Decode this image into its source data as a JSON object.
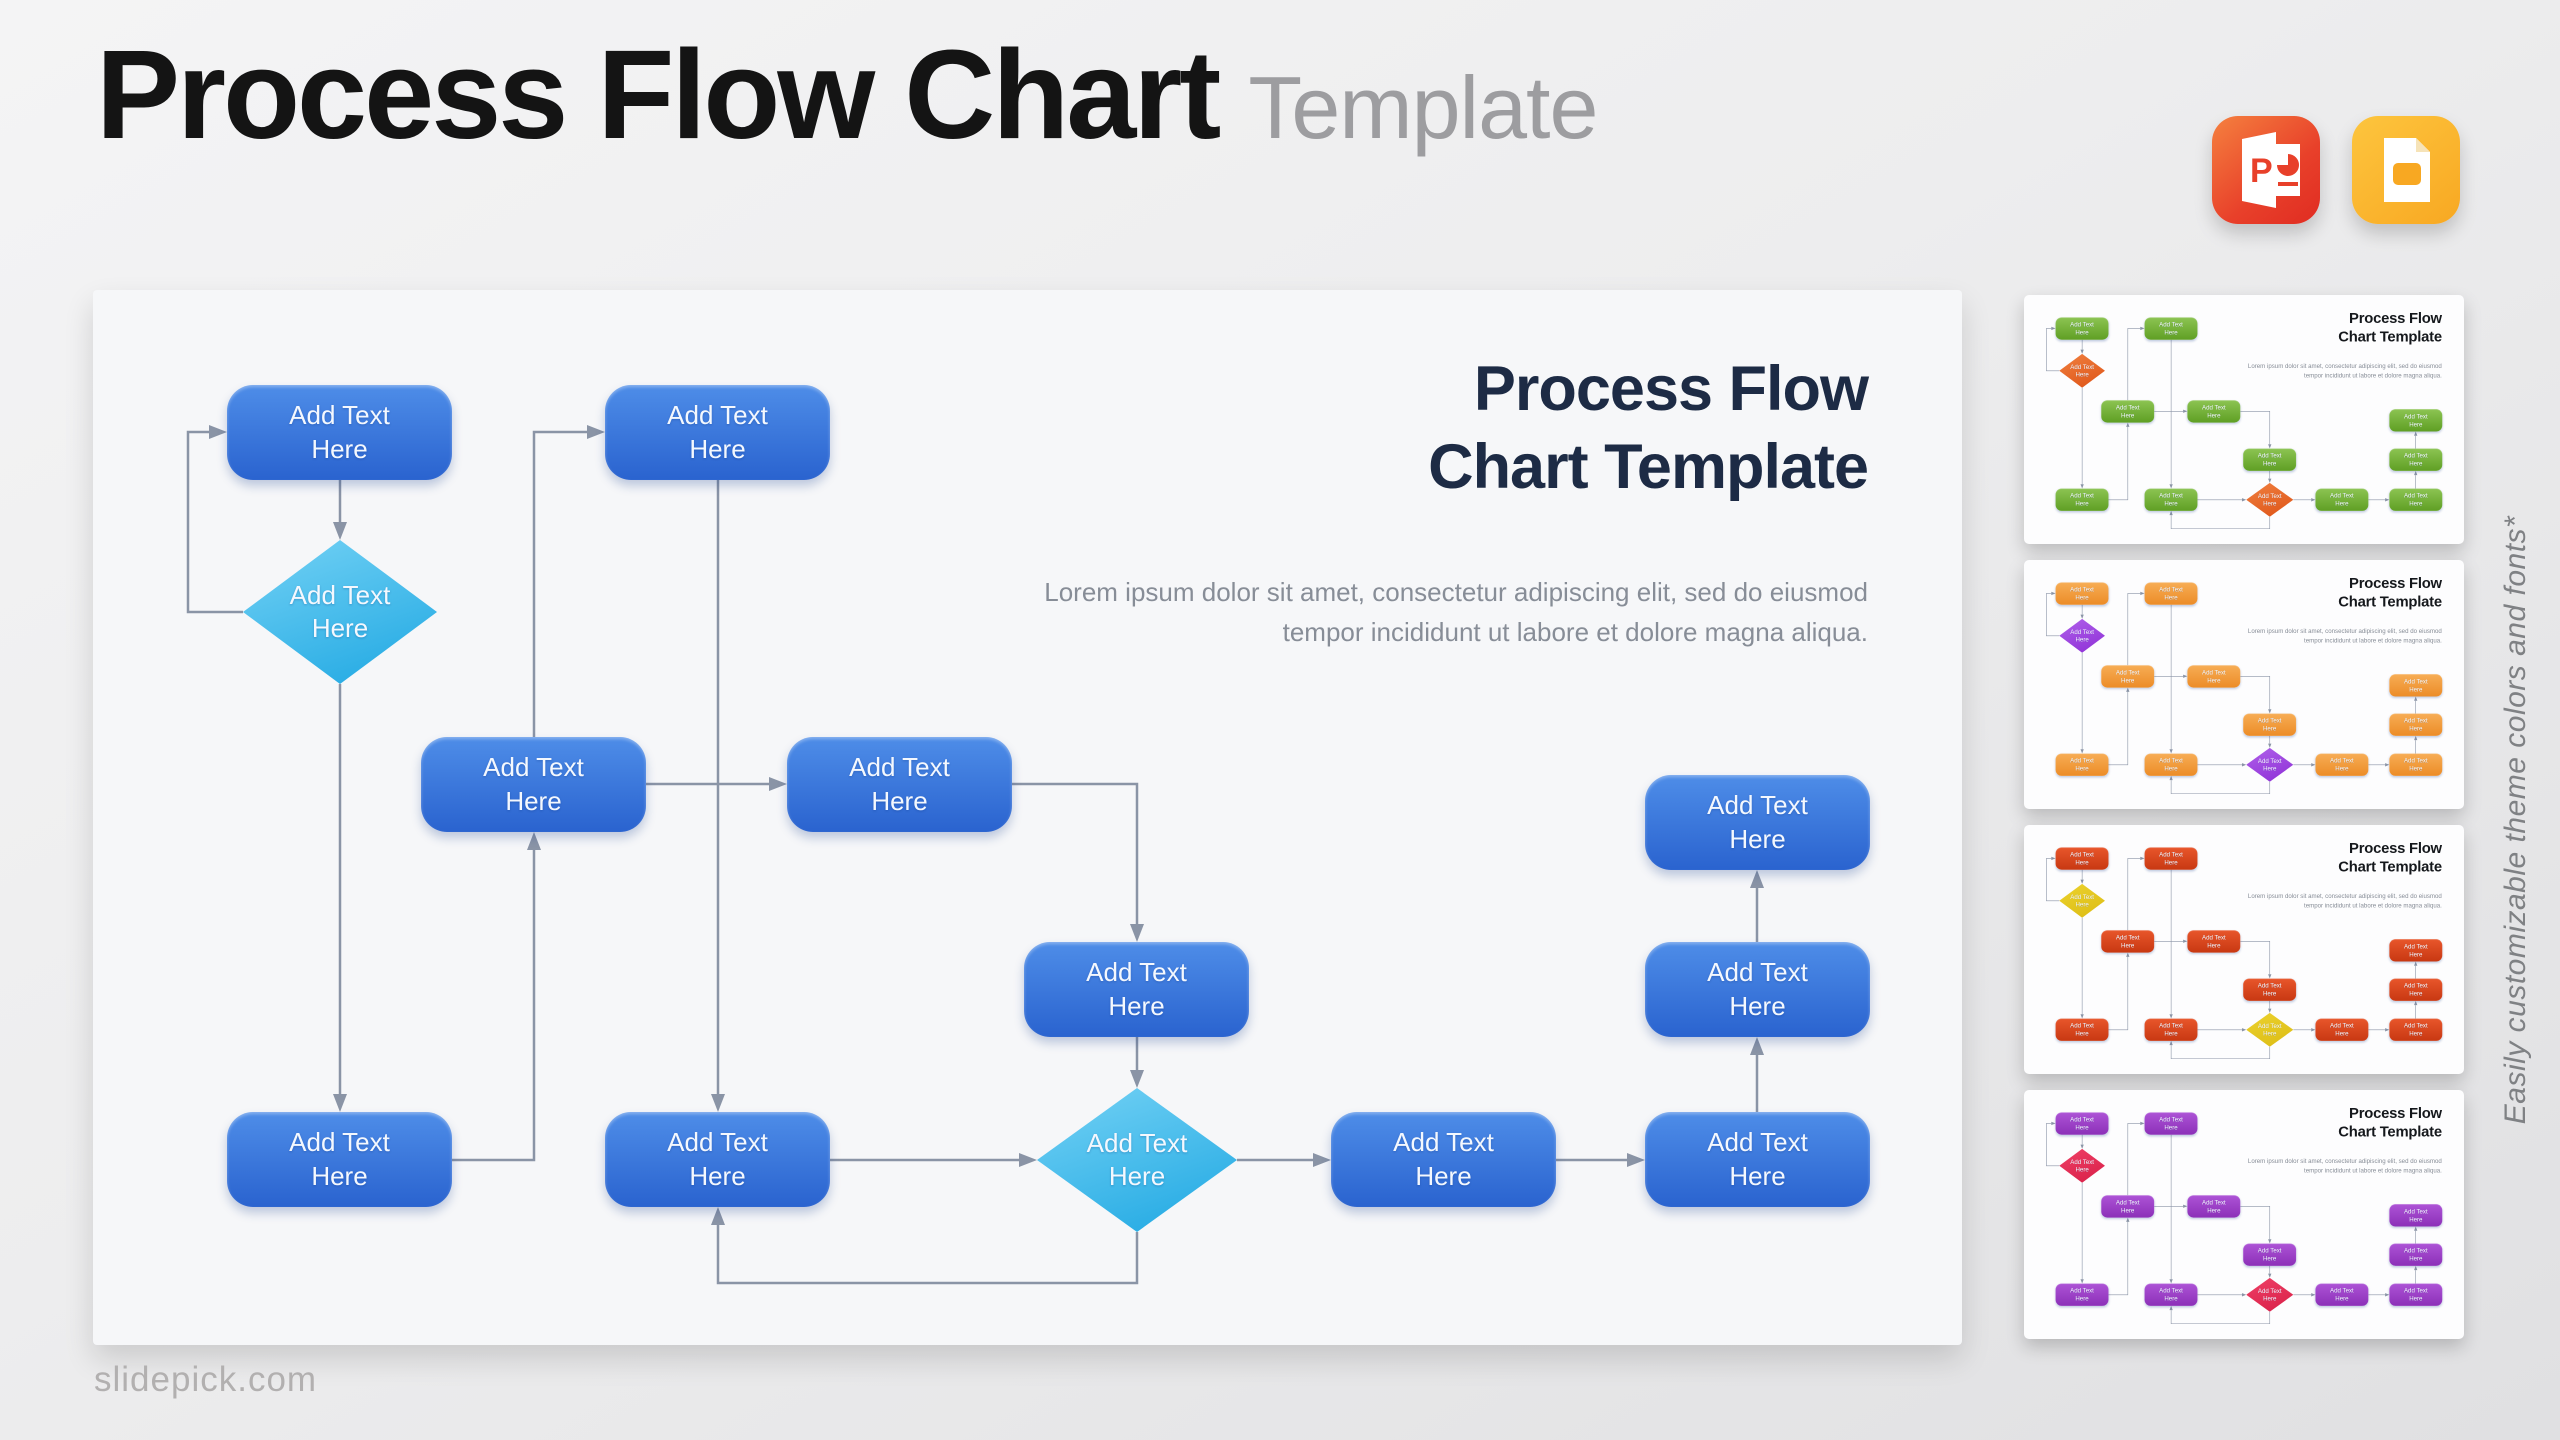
{
  "header": {
    "title": "Process Flow Chart",
    "subtitle": "Template",
    "icons": [
      {
        "name": "powerpoint-icon",
        "letter": "P",
        "color": "#e8402a"
      },
      {
        "name": "google-slides-icon",
        "color": "#f8a822"
      }
    ]
  },
  "slide": {
    "title_line1": "Process Flow",
    "title_line2": "Chart Template",
    "description": "Lorem ipsum dolor sit amet, consectetur adipiscing elit, sed do eiusmod tempor incididunt ut labore et dolore magna aliqua.",
    "node_label": "Add Text Here",
    "theme": {
      "node_top": "#4e8de8",
      "node_bottom": "#2a63cf",
      "diamond_top": "#74d2f5",
      "diamond_bottom": "#1ea7e2",
      "connector": "#8a94a6",
      "title_color": "#1d2b45"
    }
  },
  "thumbnails": {
    "title_color": "#15181c",
    "variants": [
      {
        "name": "green-theme-slide",
        "node_top": "#8cc452",
        "node_bottom": "#5f9f24",
        "diamond_top": "#f08040",
        "diamond_bottom": "#de5316"
      },
      {
        "name": "orange-theme-slide",
        "node_top": "#f7ad55",
        "node_bottom": "#ec8c27",
        "diamond_top": "#b060ea",
        "diamond_bottom": "#8d2fd6"
      },
      {
        "name": "red-theme-slide",
        "node_top": "#e8562b",
        "node_bottom": "#c83812",
        "diamond_top": "#ecd22e",
        "diamond_bottom": "#dcbc14"
      },
      {
        "name": "purple-theme-slide",
        "node_top": "#ad53d6",
        "node_bottom": "#8c30b8",
        "diamond_top": "#ef4066",
        "diamond_bottom": "#d81f48"
      }
    ]
  },
  "side_note": "Easily customizable theme colors and fonts*",
  "footer": {
    "watermark": "slidepick.com"
  }
}
